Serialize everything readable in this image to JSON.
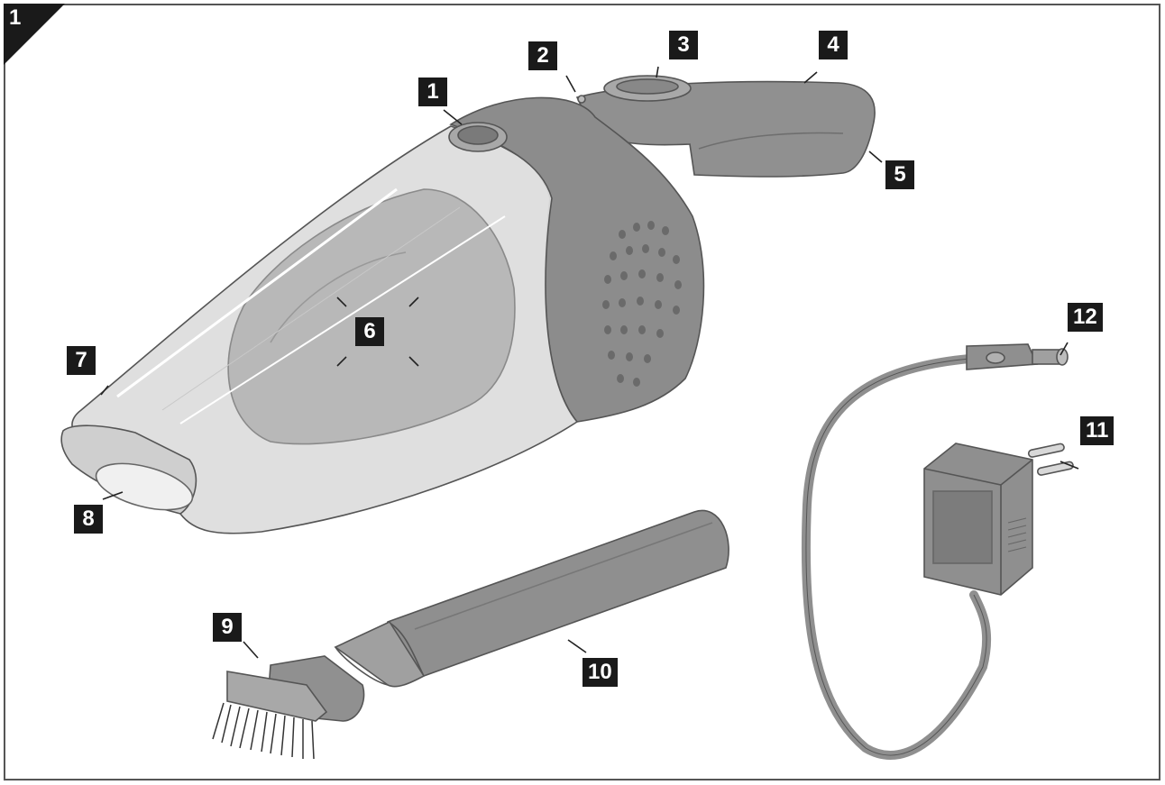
{
  "figure_number": "1",
  "callouts": [
    "1",
    "2",
    "3",
    "4",
    "5",
    "6",
    "7",
    "8",
    "9",
    "10",
    "11",
    "12"
  ],
  "colors": {
    "body_dark": "#8a8a8a",
    "body_mid": "#a0a0a0",
    "transparent_shell": "#dcdcdc",
    "inner_grey": "#b4b4b4",
    "outline": "#555555",
    "label_bg": "#1a1a1a"
  }
}
